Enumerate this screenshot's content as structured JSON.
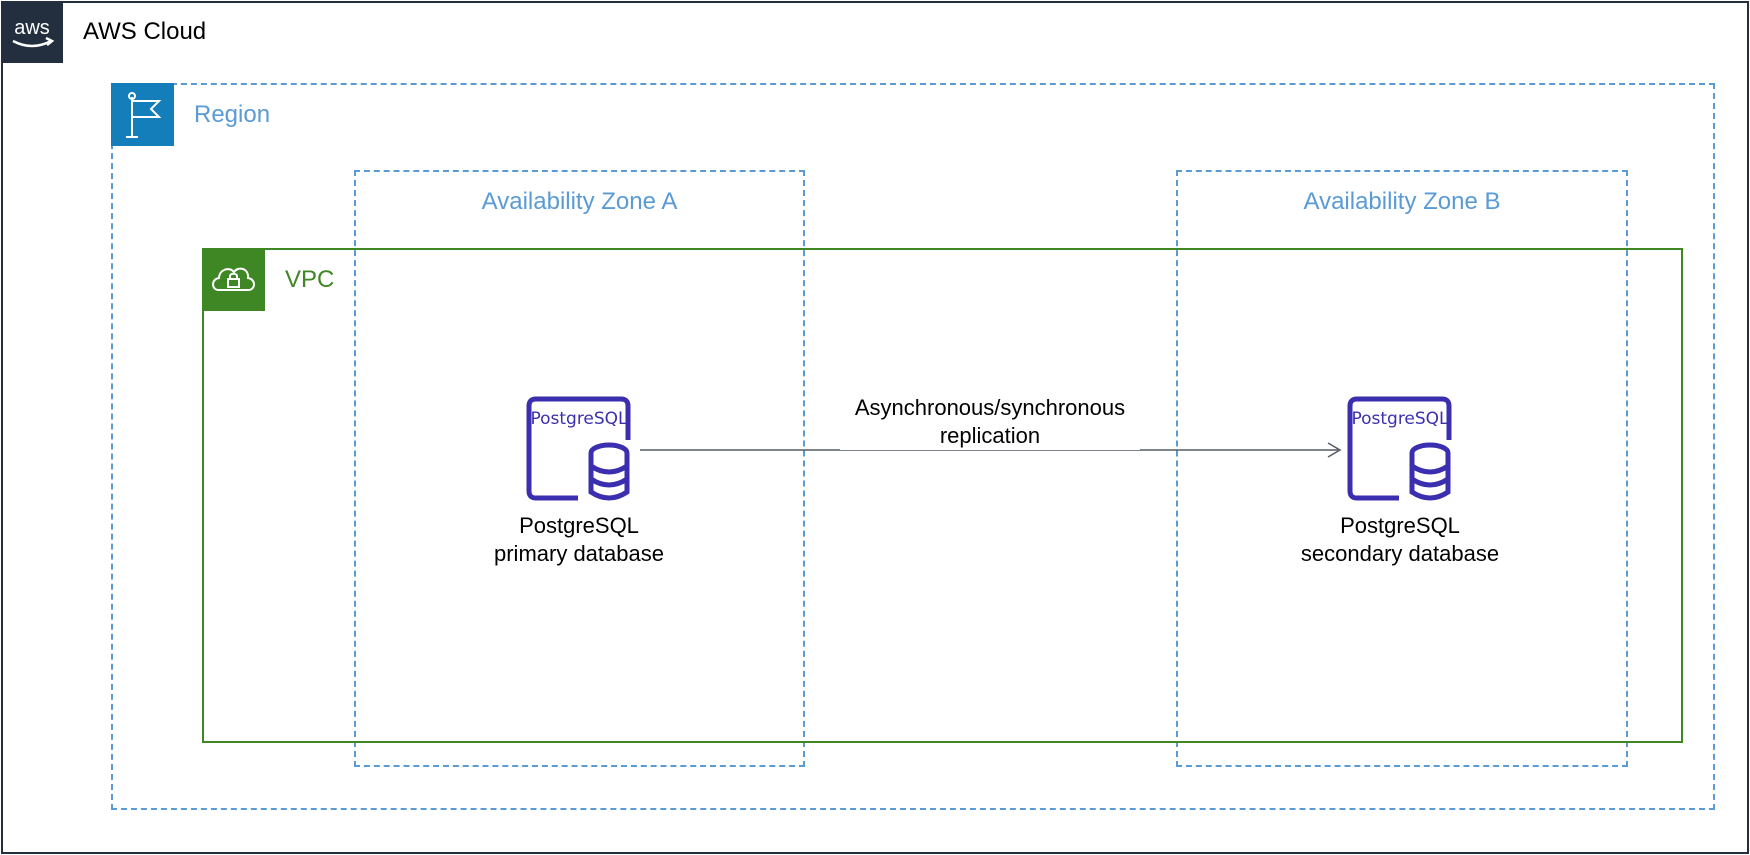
{
  "colors": {
    "aws_dark": "#232f3e",
    "region_blue": "#147eba",
    "dashed_blue": "#5a9bd5",
    "vpc_green": "#3f8624",
    "postgres_purple": "#3b2fb0",
    "edge_gray": "#545b64"
  },
  "groups": {
    "aws_cloud": {
      "label": "AWS Cloud",
      "icon": "aws-logo-icon"
    },
    "region": {
      "label": "Region",
      "icon": "flag-icon"
    },
    "availability_zones": [
      {
        "label": "Availability Zone A"
      },
      {
        "label": "Availability Zone B"
      }
    ],
    "vpc": {
      "label": "VPC",
      "icon": "cloud-lock-icon"
    }
  },
  "nodes": [
    {
      "icon": "postgresql-database-icon",
      "icon_text": "PostgreSQL",
      "label_lines": [
        "PostgreSQL",
        "primary database"
      ]
    },
    {
      "icon": "postgresql-database-icon",
      "icon_text": "PostgreSQL",
      "label_lines": [
        "PostgreSQL",
        "secondary database"
      ]
    }
  ],
  "edges": [
    {
      "label_lines": [
        "Asynchronous/synchronous",
        "replication"
      ]
    }
  ]
}
